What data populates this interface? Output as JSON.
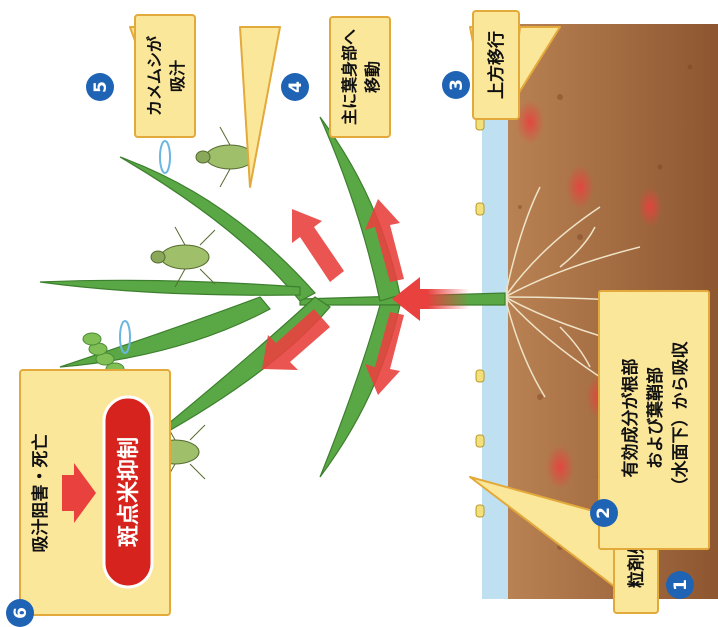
{
  "steps": [
    {
      "number": "1",
      "lines": [
        "粒剤処理"
      ]
    },
    {
      "number": "2",
      "lines": [
        "有効成分が根部",
        "および葉鞘部",
        "（水面下）から吸収"
      ]
    },
    {
      "number": "3",
      "lines": [
        "上方移行"
      ]
    },
    {
      "number": "4",
      "lines": [
        "主に葉身部へ",
        "移動"
      ]
    },
    {
      "number": "5",
      "lines": [
        "カメムシが",
        "吸汁"
      ]
    },
    {
      "number": "6",
      "lines": [
        "吸汁阻害・死亡"
      ]
    }
  ],
  "result_label": "斑点米抑制",
  "colors": {
    "callout_fill": "#fbe79a",
    "callout_stroke": "#e3a93a",
    "badge": "#1f63b4",
    "arrow": "#e8413e",
    "result_fill": "#d7231d",
    "soil": "#a56a3e",
    "water": "#bfe0f0",
    "plant": "#4f9e3c"
  }
}
